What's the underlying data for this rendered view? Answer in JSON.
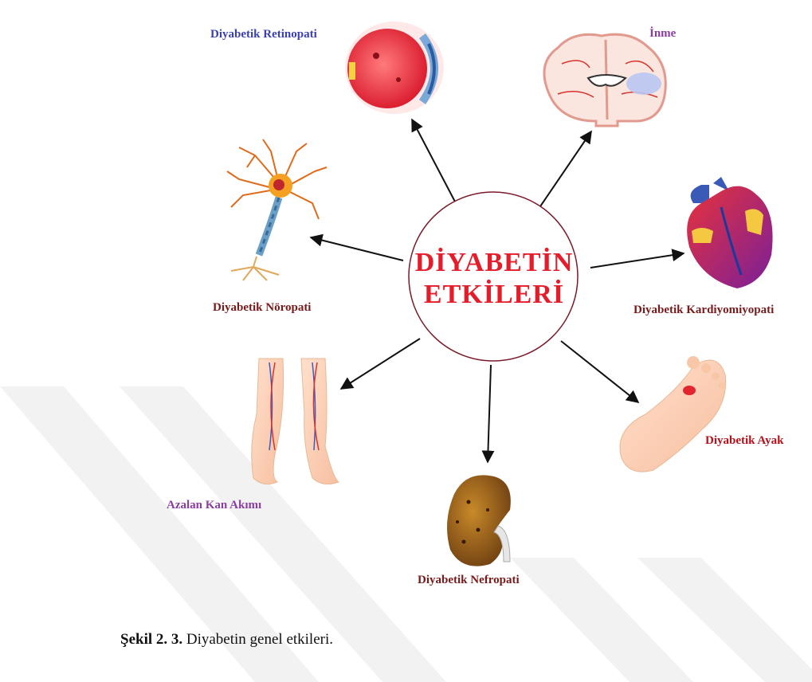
{
  "center": {
    "line1": "DİYABETİN",
    "line2": "ETKİLERİ"
  },
  "effects": [
    {
      "label": "Diyabetik Retinopati",
      "organ": "eye-icon",
      "color": "#3a3fb5"
    },
    {
      "label": "İnme",
      "organ": "brain-icon",
      "color": "#8a3fa0"
    },
    {
      "label": "Diyabetik Nöropati",
      "organ": "neuron-icon",
      "color": "#7a1a1a"
    },
    {
      "label": "Diyabetik Kardiyomiyopati",
      "organ": "heart-icon",
      "color": "#7a1a1a"
    },
    {
      "label": "Azalan Kan Akımı",
      "organ": "legs-icon",
      "color": "#8a3fa0"
    },
    {
      "label": "Diyabetik Ayak",
      "organ": "foot-icon",
      "color": "#b5121b"
    },
    {
      "label": "Diyabetik Nefropati",
      "organ": "kidney-icon",
      "color": "#7a1a1a"
    }
  ],
  "caption": {
    "number": "Şekil 2. 3.",
    "text": "Diyabetin genel etkileri."
  },
  "colors": {
    "accent": "#e51c2a",
    "watermark": "#f1f1f1",
    "circle_stroke": "#7a1a2a"
  }
}
